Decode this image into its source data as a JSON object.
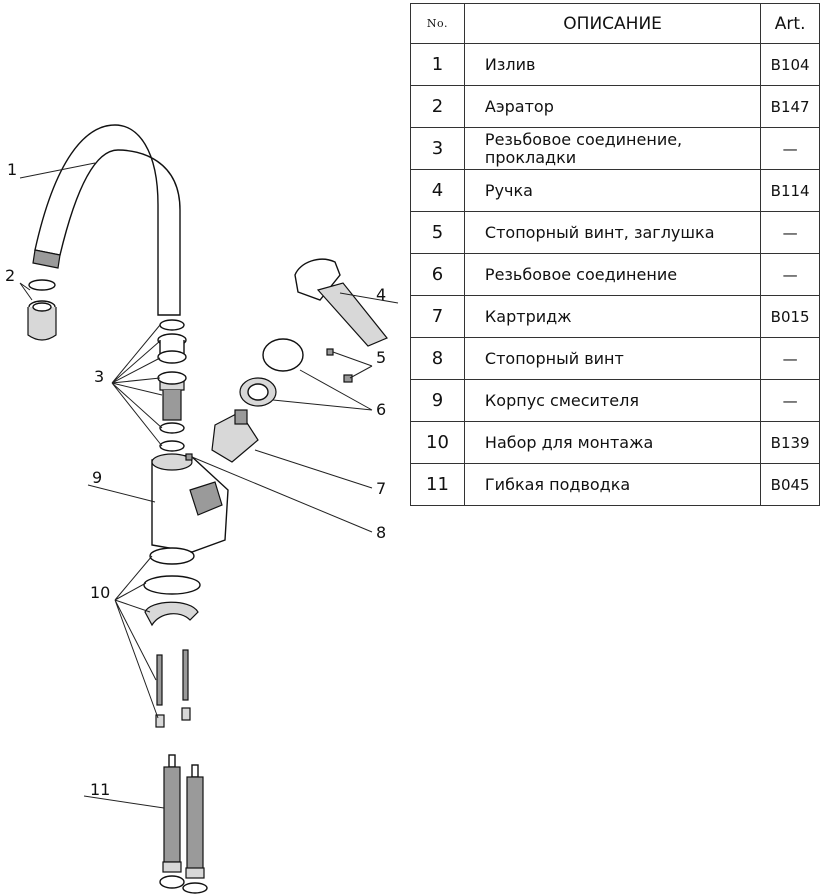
{
  "table": {
    "header": {
      "no": "No.",
      "description": "ОПИСАНИЕ",
      "art": "Art."
    },
    "rows": [
      {
        "no": "1",
        "description": "Излив",
        "art": "B104"
      },
      {
        "no": "2",
        "description": "Аэратор",
        "art": "B147"
      },
      {
        "no": "3",
        "description": "Резьбовое соединение, прокладки",
        "art": "—"
      },
      {
        "no": "4",
        "description": "Ручка",
        "art": "B114"
      },
      {
        "no": "5",
        "description": "Стопорный винт, заглушка",
        "art": "—"
      },
      {
        "no": "6",
        "description": "Резьбовое соединение",
        "art": "—"
      },
      {
        "no": "7",
        "description": "Картридж",
        "art": "B015"
      },
      {
        "no": "8",
        "description": "Стопорный винт",
        "art": "—"
      },
      {
        "no": "9",
        "description": "Корпус смесителя",
        "art": "—"
      },
      {
        "no": "10",
        "description": "Набор для монтажа",
        "art": "B139"
      },
      {
        "no": "11",
        "description": "Гибкая подводка",
        "art": "B045"
      }
    ]
  },
  "callouts": {
    "c1": "1",
    "c2": "2",
    "c3": "3",
    "c4": "4",
    "c5": "5",
    "c6": "6",
    "c7": "7",
    "c8": "8",
    "c9": "9",
    "c10": "10",
    "c11": "11"
  }
}
